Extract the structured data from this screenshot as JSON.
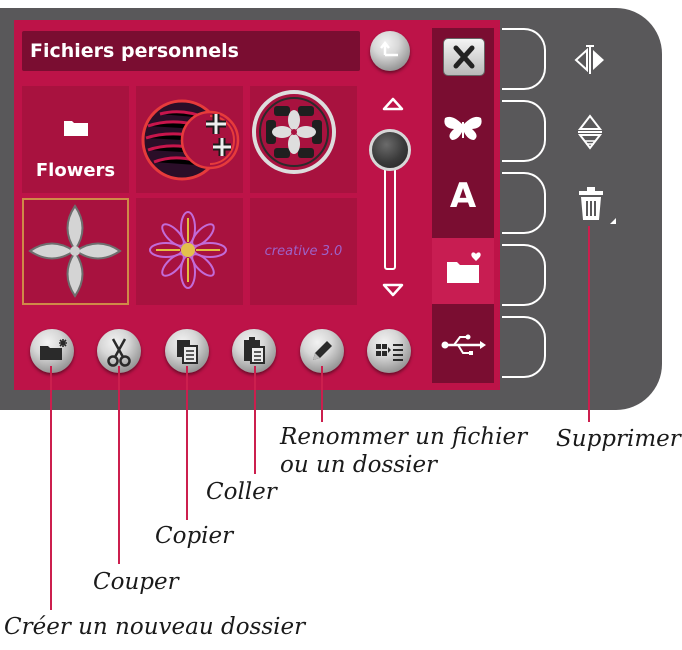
{
  "header": {
    "title": "Fichiers personnels"
  },
  "files": [
    {
      "type": "folder",
      "label": "Flowers",
      "icon": "folder-icon"
    },
    {
      "type": "design",
      "icon": "zebra-moon-design-thumbnail"
    },
    {
      "type": "design",
      "icon": "flower-circle-design-thumbnail"
    },
    {
      "type": "design",
      "icon": "quatrefoil-design-thumbnail",
      "selected": true
    },
    {
      "type": "design",
      "icon": "purple-flower-design-thumbnail"
    },
    {
      "type": "design",
      "label": "creative 3.0",
      "icon": "text-design-thumbnail"
    }
  ],
  "toolbar": [
    {
      "icon": "new-folder-icon"
    },
    {
      "icon": "scissors-icon"
    },
    {
      "icon": "copy-icon"
    },
    {
      "icon": "paste-icon"
    },
    {
      "icon": "pencil-icon"
    },
    {
      "icon": "list-view-icon"
    }
  ],
  "tabs": [
    {
      "icon": "close-icon"
    },
    {
      "icon": "butterfly-icon"
    },
    {
      "icon": "letter-a-icon",
      "label": "A"
    },
    {
      "icon": "folder-heart-icon",
      "active": true
    },
    {
      "icon": "usb-icon"
    }
  ],
  "side_buttons": [
    {
      "icon": "mirror-horizontal-icon"
    },
    {
      "icon": "mirror-vertical-icon"
    },
    {
      "icon": "trash-icon"
    }
  ],
  "captions": {
    "delete": "Supprimer",
    "rename_line1": "Renommer un fichier",
    "rename_line2": "ou un dossier",
    "paste": "Coller",
    "copy": "Copier",
    "cut": "Couper",
    "new_folder": "Créer un nouveau dossier"
  },
  "colors": {
    "panel": "#bd1348",
    "panel_dark": "#7a0d31",
    "frame": "#59585a",
    "callout_line": "#cc1f4e"
  }
}
